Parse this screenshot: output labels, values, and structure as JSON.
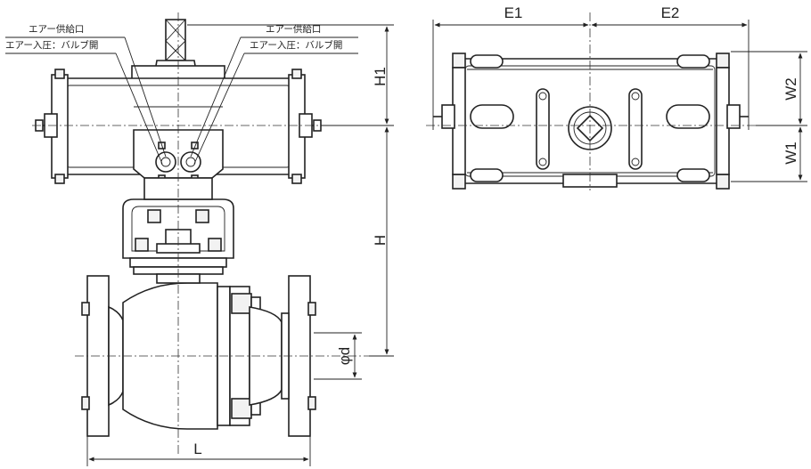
{
  "drawing": {
    "notes": {
      "left_air_supply": "エアー供給口",
      "left_air_pressure": "エアー入圧：バルブ開",
      "right_air_supply": "エアー供給口",
      "right_air_pressure": "エアー入圧：バルブ開"
    },
    "dimensions": {
      "h1": "H1",
      "h": "H",
      "phi_d": "φd",
      "l": "L",
      "e1": "E1",
      "e2": "E2",
      "w1": "W1",
      "w2": "W2"
    }
  }
}
